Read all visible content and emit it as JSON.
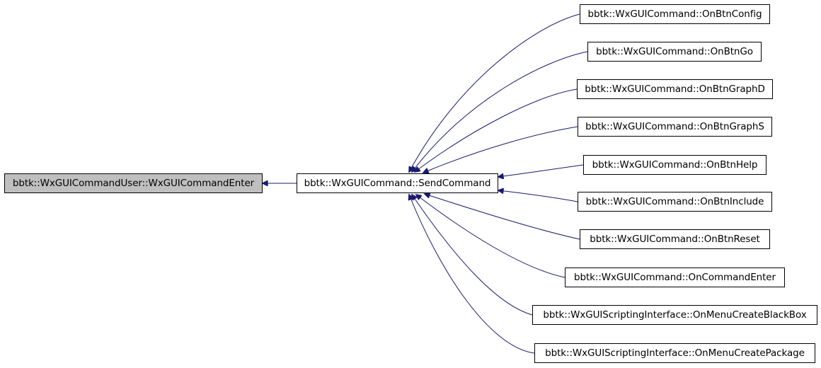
{
  "colors": {
    "edge": "#191970",
    "highlight_fill": "#bfbfbf",
    "border": "#000000"
  },
  "root": {
    "label": "bbtk::WxGUICommandUser::WxGUICommandEnter"
  },
  "center": {
    "label": "bbtk::WxGUICommand::SendCommand"
  },
  "callers": [
    {
      "label": "bbtk::WxGUICommand::OnBtnConfig"
    },
    {
      "label": "bbtk::WxGUICommand::OnBtnGo"
    },
    {
      "label": "bbtk::WxGUICommand::OnBtnGraphD"
    },
    {
      "label": "bbtk::WxGUICommand::OnBtnGraphS"
    },
    {
      "label": "bbtk::WxGUICommand::OnBtnHelp"
    },
    {
      "label": "bbtk::WxGUICommand::OnBtnInclude"
    },
    {
      "label": "bbtk::WxGUICommand::OnBtnReset"
    },
    {
      "label": "bbtk::WxGUICommand::OnCommandEnter"
    },
    {
      "label": "bbtk::WxGUIScriptingInterface::OnMenuCreateBlackBox"
    },
    {
      "label": "bbtk::WxGUIScriptingInterface::OnMenuCreatePackage"
    }
  ]
}
